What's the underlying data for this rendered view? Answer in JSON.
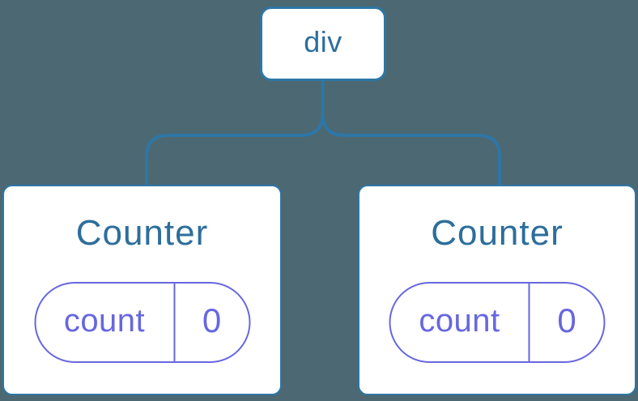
{
  "diagram": {
    "type": "component-tree",
    "background_color": "#4C6872",
    "node_background_color": "#FFFFFF",
    "tree_line_color": "#2E76A6",
    "node_text_color": "#2D6E9B",
    "state_accent_color": "#6767E0",
    "root": {
      "label": "div"
    },
    "children": [
      {
        "title": "Counter",
        "state": {
          "key": "count",
          "value": "0"
        }
      },
      {
        "title": "Counter",
        "state": {
          "key": "count",
          "value": "0"
        }
      }
    ]
  }
}
